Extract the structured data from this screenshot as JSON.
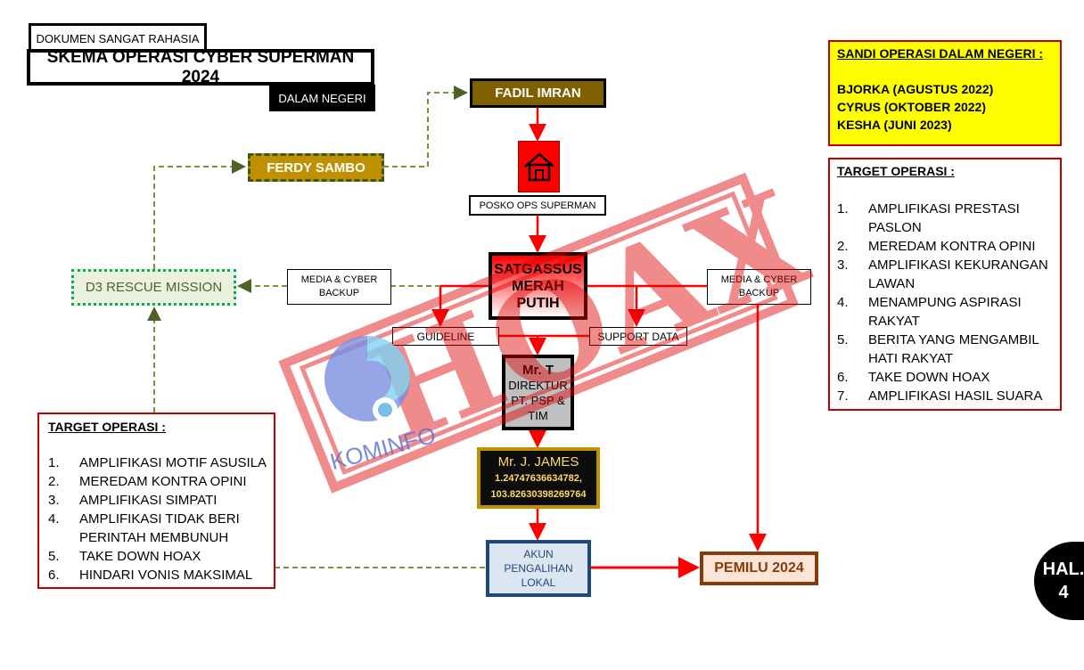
{
  "header": {
    "confidential": "DOKUMEN SANGAT RAHASIA",
    "title": "SKEMA OPERASI CYBER SUPERMAN 2024",
    "scope": "DALAM NEGERI"
  },
  "nodes": {
    "fadil": "FADIL IMRAN",
    "posko": "POSKO OPS SUPERMAN",
    "satgassus": [
      "SATGASSUS",
      "MERAH",
      "PUTIH"
    ],
    "guideline": "GUIDELINE",
    "support": "SUPPORT DATA",
    "mr_t": {
      "name": "Mr. T",
      "role": [
        "DIREKTUR",
        "PT. PSP &",
        "TIM"
      ]
    },
    "james": {
      "name": "Mr. J. JAMES",
      "coords": [
        "1.24747636634782,",
        "103.82630398269764"
      ]
    },
    "akun": [
      "AKUN",
      "PENGALIHAN",
      "LOKAL"
    ],
    "pemilu": "PEMILU 2024",
    "media_left": [
      "MEDIA & CYBER",
      "BACKUP"
    ],
    "media_right": [
      "MEDIA & CYBER",
      "BACKUP"
    ],
    "d3": "D3 RESCUE MISSION",
    "ferdy": "FERDY SAMBO"
  },
  "sandi": {
    "title": "SANDI OPERASI DALAM NEGERI :",
    "items": [
      "BJORKA (AGUSTUS 2022)",
      "CYRUS (OKTOBER 2022)",
      "KESHA (JUNI 2023)"
    ]
  },
  "target_right": {
    "title": "TARGET OPERASI :",
    "items": [
      {
        "n": "1.",
        "l1": "AMPLIFIKASI PRESTASI",
        "l2": "PASLON"
      },
      {
        "n": "2.",
        "l1": "MEREDAM KONTRA OPINI",
        "l2": ""
      },
      {
        "n": "3.",
        "l1": "AMPLIFIKASI KEKURANGAN",
        "l2": "LAWAN"
      },
      {
        "n": "4.",
        "l1": "MENAMPUNG ASPIRASI",
        "l2": "RAKYAT"
      },
      {
        "n": "5.",
        "l1": "BERITA YANG MENGAMBIL",
        "l2": "HATI RAKYAT"
      },
      {
        "n": "6.",
        "l1": "TAKE DOWN HOAX",
        "l2": ""
      },
      {
        "n": "7.",
        "l1": "AMPLIFIKASI HASIL SUARA",
        "l2": ""
      }
    ]
  },
  "target_left": {
    "title": "TARGET OPERASI :",
    "items": [
      {
        "n": "1.",
        "l1": "AMPLIFIKASI MOTIF ASUSILA",
        "l2": ""
      },
      {
        "n": "2.",
        "l1": "MEREDAM KONTRA OPINI",
        "l2": ""
      },
      {
        "n": "3.",
        "l1": "AMPLIFIKASI SIMPATI",
        "l2": ""
      },
      {
        "n": "4.",
        "l1": "AMPLIFIKASI TIDAK BERI",
        "l2": "PERINTAH MEMBUNUH"
      },
      {
        "n": "5.",
        "l1": "TAKE DOWN HOAX",
        "l2": ""
      },
      {
        "n": "6.",
        "l1": "HINDARI VONIS MAKSIMAL",
        "l2": ""
      }
    ]
  },
  "page": {
    "label": "HAL.",
    "number": "4"
  },
  "stamp": {
    "text": "HOAX",
    "logo": "KOMINFO"
  },
  "colors": {
    "red": "#ff0000",
    "green_dashed": "#77933c",
    "yellow": "#ffff00"
  }
}
